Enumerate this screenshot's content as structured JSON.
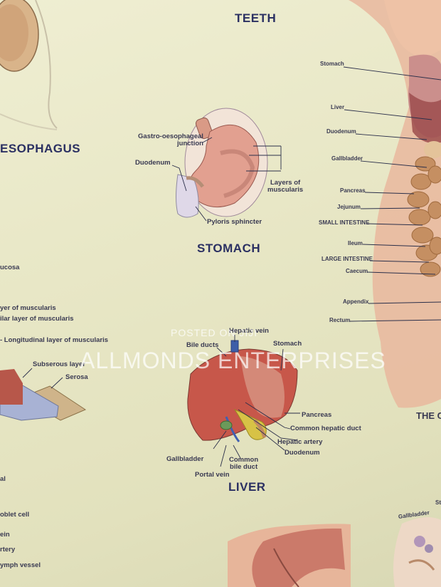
{
  "headings": {
    "teeth": "TEETH",
    "oesophagus": "ESOPHAGUS",
    "stomach": "STOMACH",
    "liver": "LIVER",
    "body_partial": "THE C"
  },
  "stomach_labels": {
    "gastro_junction_1": "Gastro-oesophageal",
    "gastro_junction_2": "junction",
    "duodenum": "Duodenum",
    "layers_1": "Layers of",
    "layers_2": "muscularis",
    "pyloris": "Pyloris sphincter"
  },
  "liver_labels": {
    "hepatic_vein": "Hepatic vein",
    "bile_ducts": "Bile ducts",
    "stomach": "Stomach",
    "pancreas": "Pancreas",
    "common_hepatic_duct": "Common hepatic duct",
    "hepatic_artery": "Hepatic artery",
    "duodenum": "Duodenum",
    "gallbladder": "Gallbladder",
    "common_bile_duct_1": "Common",
    "common_bile_duct_2": "bile duct",
    "portal_vein": "Portal vein"
  },
  "body_labels": {
    "stomach": "Stomach",
    "liver": "Liver",
    "duodenum": "Duodenum",
    "gallbladder": "Gallbladder",
    "pancreas": "Pancreas",
    "jejunum": "Jejunum",
    "small_intestine": "SMALL INTESTINE",
    "ileum": "Ileum",
    "large_intestine": "LARGE INTESTINE",
    "caecum": "Caecum",
    "appendix": "Appendix",
    "rectum": "Rectum"
  },
  "oesophagus_labels": {
    "mucosa": "ucosa",
    "layer_muscularis": "yer of muscularis",
    "circular_layer": "ilar layer of muscularis",
    "longitudinal": "- Longitudinal layer of muscularis",
    "subserous": "Subserous layer",
    "serosa": "Serosa"
  },
  "left_bottom_labels": {
    "al": "al",
    "goblet": "oblet cell",
    "vein": "ein",
    "artery": "rtery",
    "lymph": "ymph vessel"
  },
  "bottom_right_labels": {
    "gallbladder": "Gallbladder",
    "st": "St"
  },
  "watermark": {
    "posted_on": "POSTED ON JIJI",
    "enterprise": "ALLMONDS ENTERPRISES"
  }
}
